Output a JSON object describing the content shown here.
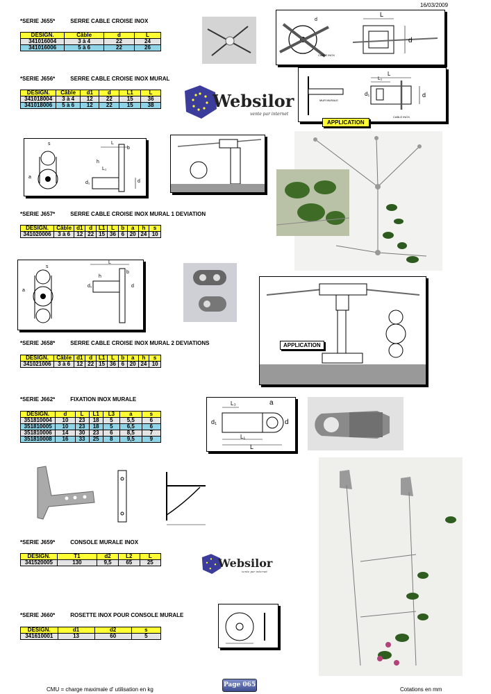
{
  "header": {
    "date": "16/03/2009"
  },
  "logo": {
    "brand": "Websilor",
    "tagline": "vente par internet"
  },
  "sections": {
    "j655": {
      "serie": "*SERIE J655*",
      "title": "SERRE CABLE CROISE INOX",
      "columns": [
        "DESIGN.",
        "Câble",
        "d",
        "L"
      ],
      "rows": [
        [
          "341016004",
          "3 à 4",
          "22",
          "24"
        ],
        [
          "341016006",
          "5 à 6",
          "22",
          "26"
        ]
      ]
    },
    "j656": {
      "serie": "*SERIE J656*",
      "title": "SERRE CABLE CROISE INOX MURAL",
      "columns": [
        "DESIGN.",
        "Câble",
        "d1",
        "d",
        "L1",
        "L"
      ],
      "rows": [
        [
          "341018004",
          "3 à 4",
          "12",
          "22",
          "15",
          "36"
        ],
        [
          "341018006",
          "5 à 6",
          "12",
          "22",
          "15",
          "38"
        ]
      ],
      "application": "APPLICATION"
    },
    "j657": {
      "serie": "*SERIE J657*",
      "title": "SERRE CABLE CROISE INOX MURAL 1 DEVIATION",
      "columns": [
        "DESIGN.",
        "Câble",
        "d1",
        "d",
        "L1",
        "L",
        "b",
        "a",
        "h",
        "s"
      ],
      "rows": [
        [
          "341020006",
          "3 à 6",
          "12",
          "22",
          "15",
          "36",
          "6",
          "20",
          "24",
          "10"
        ]
      ]
    },
    "j658": {
      "serie": "*SERIE J658*",
      "title": "SERRE CABLE CROISE INOX MURAL 2 DEVIATIONS",
      "columns": [
        "DESIGN.",
        "Câble",
        "d1",
        "d",
        "L1",
        "L",
        "b",
        "a",
        "h",
        "s"
      ],
      "rows": [
        [
          "341021006",
          "3 à 6",
          "12",
          "22",
          "15",
          "36",
          "6",
          "20",
          "24",
          "10"
        ]
      ],
      "application": "APPLICATION"
    },
    "j662": {
      "serie": "*SERIE J662*",
      "title": "FIXATION INOX MURALE",
      "columns": [
        "DESIGN.",
        "d",
        "L",
        "L1",
        "L3",
        "a",
        "s"
      ],
      "rows": [
        [
          "351810004",
          "10",
          "23",
          "18",
          "5",
          "5,5",
          "6"
        ],
        [
          "351810005",
          "10",
          "23",
          "18",
          "5",
          "6,5",
          "6"
        ],
        [
          "351810006",
          "14",
          "30",
          "23",
          "6",
          "8,5",
          "7"
        ],
        [
          "351810008",
          "16",
          "33",
          "25",
          "8",
          "9,5",
          "9"
        ]
      ]
    },
    "j659": {
      "serie": "*SERIE J659*",
      "title": "CONSOLE MURALE INOX",
      "columns": [
        "DESIGN.",
        "T1",
        "d2",
        "L2",
        "L"
      ],
      "rows": [
        [
          "341520005",
          "130",
          "9,5",
          "65",
          "25"
        ]
      ]
    },
    "j660": {
      "serie": "*SERIE J660*",
      "title": "ROSETTE INOX POUR CONSOLE MURALE",
      "columns": [
        "DESIGN.",
        "d1",
        "d2",
        "s"
      ],
      "rows": [
        [
          "341610001",
          "13",
          "60",
          "5"
        ]
      ]
    }
  },
  "drawing_labels": {
    "L": "L",
    "d": "d",
    "d1": "d₁",
    "L1": "L₁",
    "L3": "L₃",
    "a": "a",
    "b": "b",
    "s": "s",
    "h": "h",
    "cable": "CABLE INOX",
    "mural": "MUR MURALE"
  },
  "footer": {
    "cmu": "CMU = charge maximale d' utilisation en kg",
    "page": "Page 065",
    "units": "Cotations en mm"
  },
  "colors": {
    "header_row": "#ffff33",
    "row_odd": "#e4e4e4",
    "row_even": "#8fd3e6"
  }
}
